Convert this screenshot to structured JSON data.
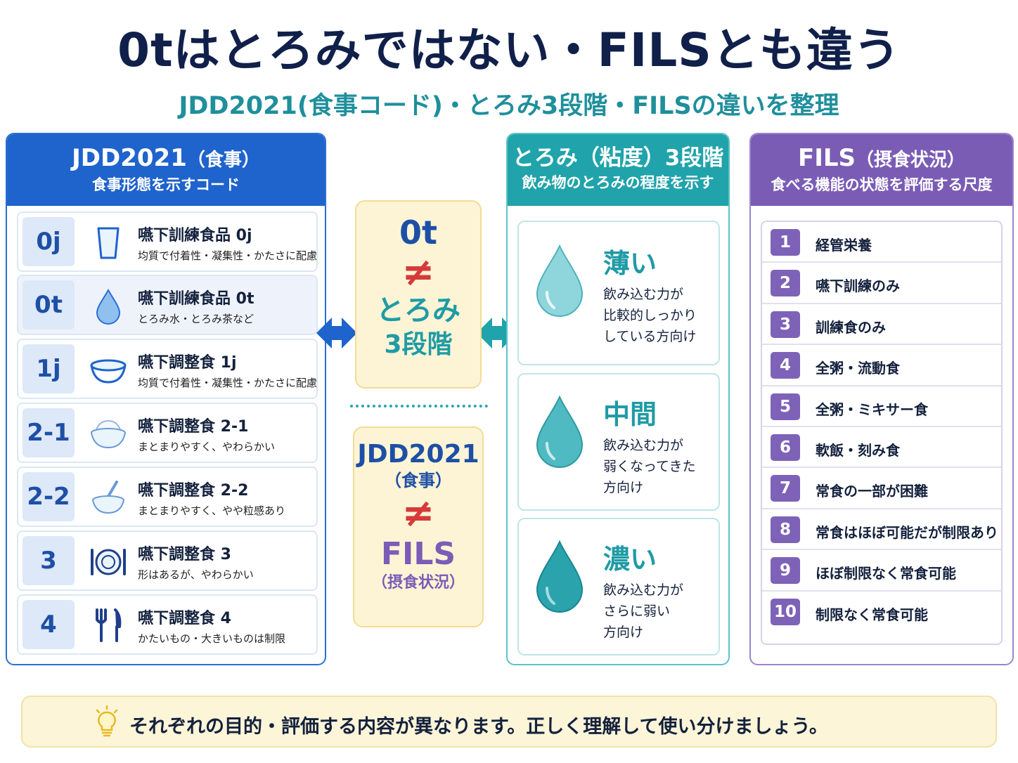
{
  "title": "0tはとろみではない・FILSとも違う",
  "subtitle": "JDD2021(食事コード)・とろみ3段階・FILSの違いを整理",
  "jdd": {
    "heading_main": "JDD2021",
    "heading_paren": "（食事）",
    "heading_sub": "食事形態を示すコード",
    "rows": [
      {
        "code": "0j",
        "name": "嚥下訓練食品 0j",
        "desc": "均質で付着性・凝集性・かたさに配慮",
        "icon": "cup-icon"
      },
      {
        "code": "0t",
        "name": "嚥下訓練食品 0t",
        "desc": "とろみ水・とろみ茶など",
        "icon": "water-drop-icon"
      },
      {
        "code": "1j",
        "name": "嚥下調整食 1j",
        "desc": "均質で付着性・凝集性・かたさに配慮",
        "icon": "bowl-icon"
      },
      {
        "code": "2-1",
        "name": "嚥下調整食 2-1",
        "desc": "まとまりやすく、やわらかい",
        "icon": "rice-bowl-icon"
      },
      {
        "code": "2-2",
        "name": "嚥下調整食 2-2",
        "desc": "まとまりやすく、やや粒感あり",
        "icon": "bowl-spoon-icon"
      },
      {
        "code": "3",
        "name": "嚥下調整食 3",
        "desc": "形はあるが、やわらかい",
        "icon": "plate-icon"
      },
      {
        "code": "4",
        "name": "嚥下調整食 4",
        "desc": "かたいもの・大きいものは制限",
        "icon": "fork-knife-icon"
      }
    ]
  },
  "center": {
    "box1": {
      "top": "0t",
      "neq": "≠",
      "mid": "とろみ",
      "bottom": "3段階"
    },
    "box2": {
      "top": "JDD2021",
      "top_paren": "（食事）",
      "neq": "≠",
      "bottom": "FILS",
      "bottom_paren": "（摂食状況）"
    }
  },
  "toro": {
    "heading_main": "とろみ（粘度）3段階",
    "heading_sub": "飲み物のとろみの程度を示す",
    "levels": [
      {
        "label": "薄い",
        "lines": [
          "飲み込む力が",
          "比較的しっかり",
          "している方向け"
        ]
      },
      {
        "label": "中間",
        "lines": [
          "飲み込む力が",
          "弱くなってきた",
          "方向け"
        ]
      },
      {
        "label": "濃い",
        "lines": [
          "飲み込む力が",
          "さらに弱い",
          "方向け"
        ]
      }
    ]
  },
  "fils": {
    "heading_main": "FILS",
    "heading_paren": "（摂食状況）",
    "heading_sub": "食べる機能の状態を評価する尺度",
    "rows": [
      {
        "num": "1",
        "text": "経管栄養"
      },
      {
        "num": "2",
        "text": "嚥下訓練のみ"
      },
      {
        "num": "3",
        "text": "訓練食のみ"
      },
      {
        "num": "4",
        "text": "全粥・流動食"
      },
      {
        "num": "5",
        "text": "全粥・ミキサー食"
      },
      {
        "num": "6",
        "text": "軟飯・刻み食"
      },
      {
        "num": "7",
        "text": "常食の一部が困難"
      },
      {
        "num": "8",
        "text": "常食はほぼ可能だが制限あり"
      },
      {
        "num": "9",
        "text": "ほぼ制限なく常食可能"
      },
      {
        "num": "10",
        "text": "制限なく常食可能"
      }
    ]
  },
  "footer": {
    "icon": "lightbulb-icon",
    "text": "それぞれの目的・評価する内容が異なります。正しく理解して使い分けましょう。"
  },
  "colors": {
    "navy": "#10204a",
    "jdd_blue": "#1f63cc",
    "teal": "#21a3ab",
    "purple": "#7a5cb5",
    "red": "#d63a3a",
    "cream": "#fdf4d6"
  }
}
